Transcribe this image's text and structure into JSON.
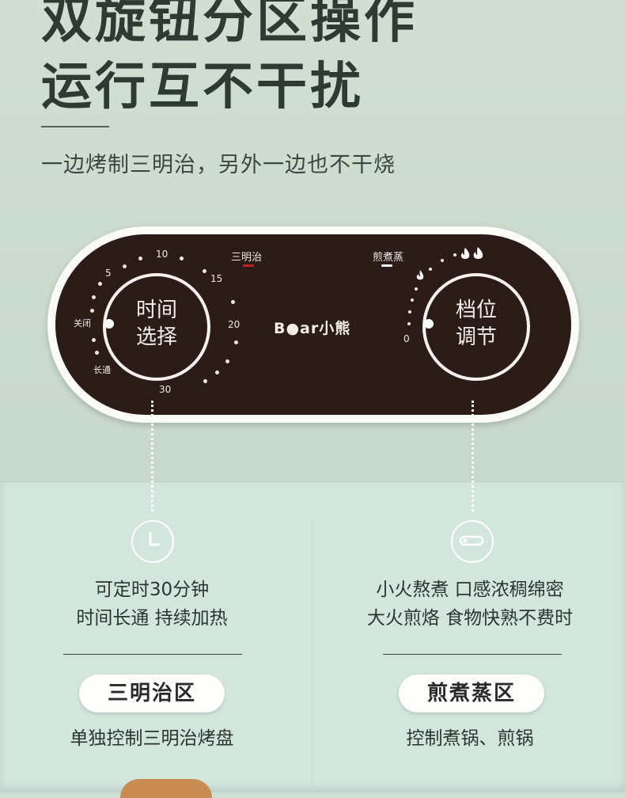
{
  "headline": {
    "line1": "双旋钮分区操作",
    "line2": "运行互不干扰"
  },
  "subtitle": "一边烤制三明治，另外一边也不干烧",
  "panel": {
    "timer_dial": {
      "label_line1": "时间",
      "label_line2": "选择",
      "scale": [
        "5",
        "10",
        "15",
        "20",
        "30"
      ],
      "off_label": "关闭",
      "always_on_label": "长通"
    },
    "mode_labels": {
      "sandwich": "三明治",
      "fry_boil_steam": "煎煮蒸"
    },
    "brand": "B●ar小熊",
    "level_dial": {
      "label_line1": "档位",
      "label_line2": "调节",
      "zero": "0"
    },
    "colors": {
      "panel_bg": "#2b1c17",
      "sandwich_indicator": "#c0261e",
      "steam_indicator": "#ffffff"
    }
  },
  "left_feature": {
    "icon": "clock-icon",
    "line1": "可定时30分钟",
    "line2": "时间长通 持续加热",
    "zone_title": "三明治区",
    "zone_desc": "单独控制三明治烤盘"
  },
  "right_feature": {
    "icon": "knob-icon",
    "line1": "小火熬煮 口感浓稠绵密",
    "line2": "大火煎烙 食物快熟不费时",
    "zone_title": "煎煮蒸区",
    "zone_desc": "控制煮锅、煎锅"
  }
}
